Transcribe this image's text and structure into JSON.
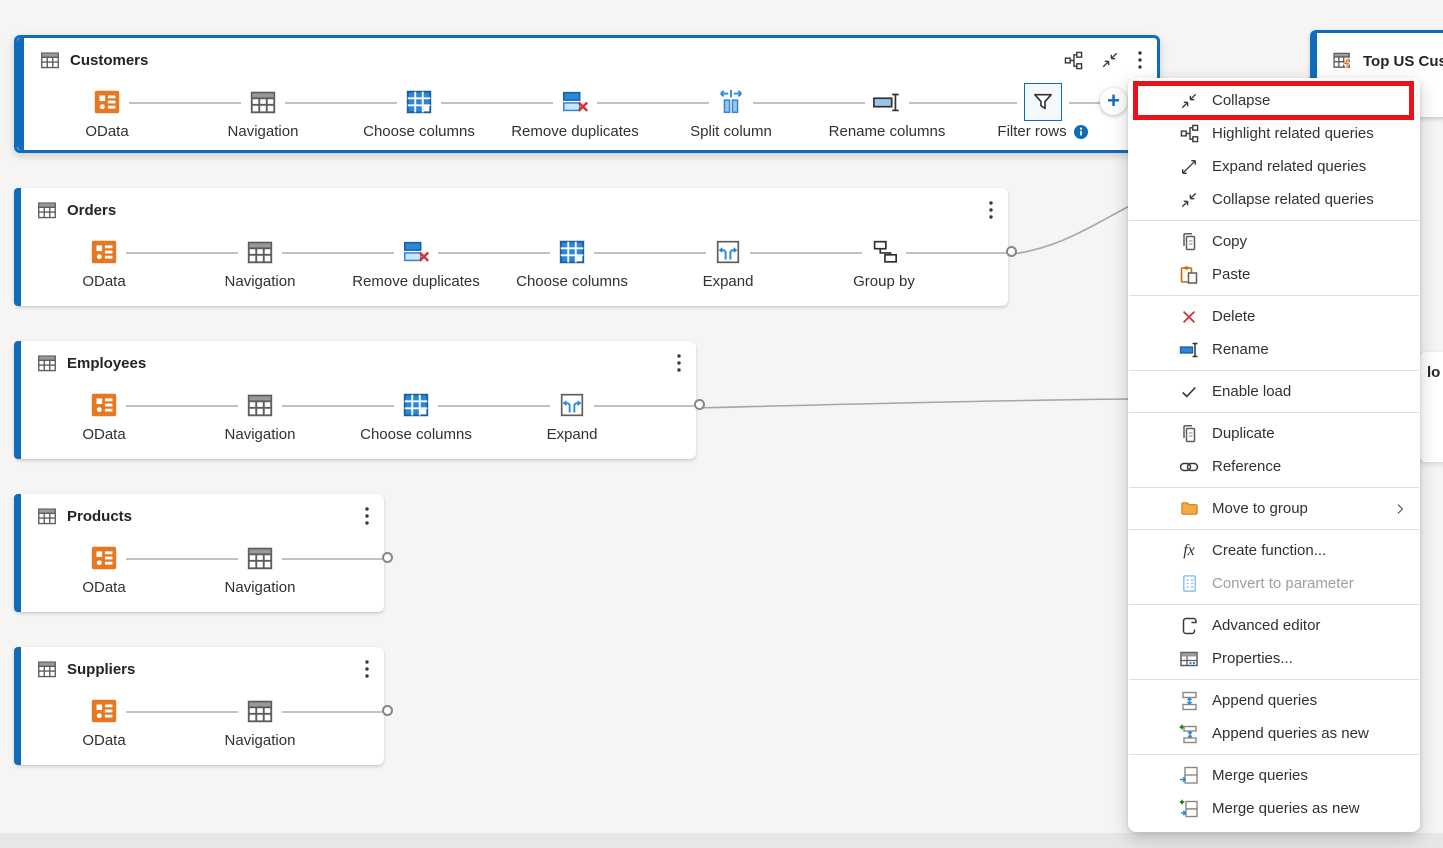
{
  "colors": {
    "accent_blue": "#0f6cbd",
    "annotation_red": "#e8111c",
    "odata_orange": "#e87722",
    "step_blue": "#2b88d8",
    "delete_red": "#d13438",
    "folder_orange": "#f5aa3d"
  },
  "labels": {
    "add_step": "+",
    "fx": "fx"
  },
  "queries": [
    {
      "name": "Customers",
      "selected": true,
      "steps": [
        {
          "label": "OData"
        },
        {
          "label": "Navigation"
        },
        {
          "label": "Choose columns"
        },
        {
          "label": "Remove duplicates"
        },
        {
          "label": "Split column"
        },
        {
          "label": "Rename columns"
        },
        {
          "label": "Filter rows",
          "selected": true,
          "has_info": true
        }
      ]
    },
    {
      "name": "Orders",
      "steps": [
        {
          "label": "OData"
        },
        {
          "label": "Navigation"
        },
        {
          "label": "Remove duplicates"
        },
        {
          "label": "Choose columns"
        },
        {
          "label": "Expand"
        },
        {
          "label": "Group by"
        }
      ]
    },
    {
      "name": "Employees",
      "steps": [
        {
          "label": "OData"
        },
        {
          "label": "Navigation"
        },
        {
          "label": "Choose columns"
        },
        {
          "label": "Expand"
        }
      ]
    },
    {
      "name": "Products",
      "steps": [
        {
          "label": "OData"
        },
        {
          "label": "Navigation"
        }
      ]
    },
    {
      "name": "Suppliers",
      "steps": [
        {
          "label": "OData"
        },
        {
          "label": "Navigation"
        }
      ]
    }
  ],
  "partial_query_top_right": {
    "name": "Top US Cus"
  },
  "partial_query_right_edge": {
    "visible_text": "lo"
  },
  "context_menu": {
    "groups": [
      {
        "items": [
          {
            "label": "Collapse",
            "annotated": true
          },
          {
            "label": "Highlight related queries"
          },
          {
            "label": "Expand related queries"
          },
          {
            "label": "Collapse related queries"
          }
        ]
      },
      {
        "items": [
          {
            "label": "Copy"
          },
          {
            "label": "Paste"
          }
        ]
      },
      {
        "items": [
          {
            "label": "Delete"
          },
          {
            "label": "Rename"
          }
        ]
      },
      {
        "items": [
          {
            "label": "Enable load",
            "checked": true
          }
        ]
      },
      {
        "items": [
          {
            "label": "Duplicate"
          },
          {
            "label": "Reference"
          }
        ]
      },
      {
        "items": [
          {
            "label": "Move to group",
            "has_submenu": true
          }
        ]
      },
      {
        "items": [
          {
            "label": "Create function..."
          },
          {
            "label": "Convert to parameter",
            "disabled": true
          }
        ]
      },
      {
        "items": [
          {
            "label": "Advanced editor"
          },
          {
            "label": "Properties..."
          }
        ]
      },
      {
        "items": [
          {
            "label": "Append queries"
          },
          {
            "label": "Append queries as new"
          }
        ]
      },
      {
        "items": [
          {
            "label": "Merge queries"
          },
          {
            "label": "Merge queries as new"
          }
        ]
      }
    ]
  }
}
